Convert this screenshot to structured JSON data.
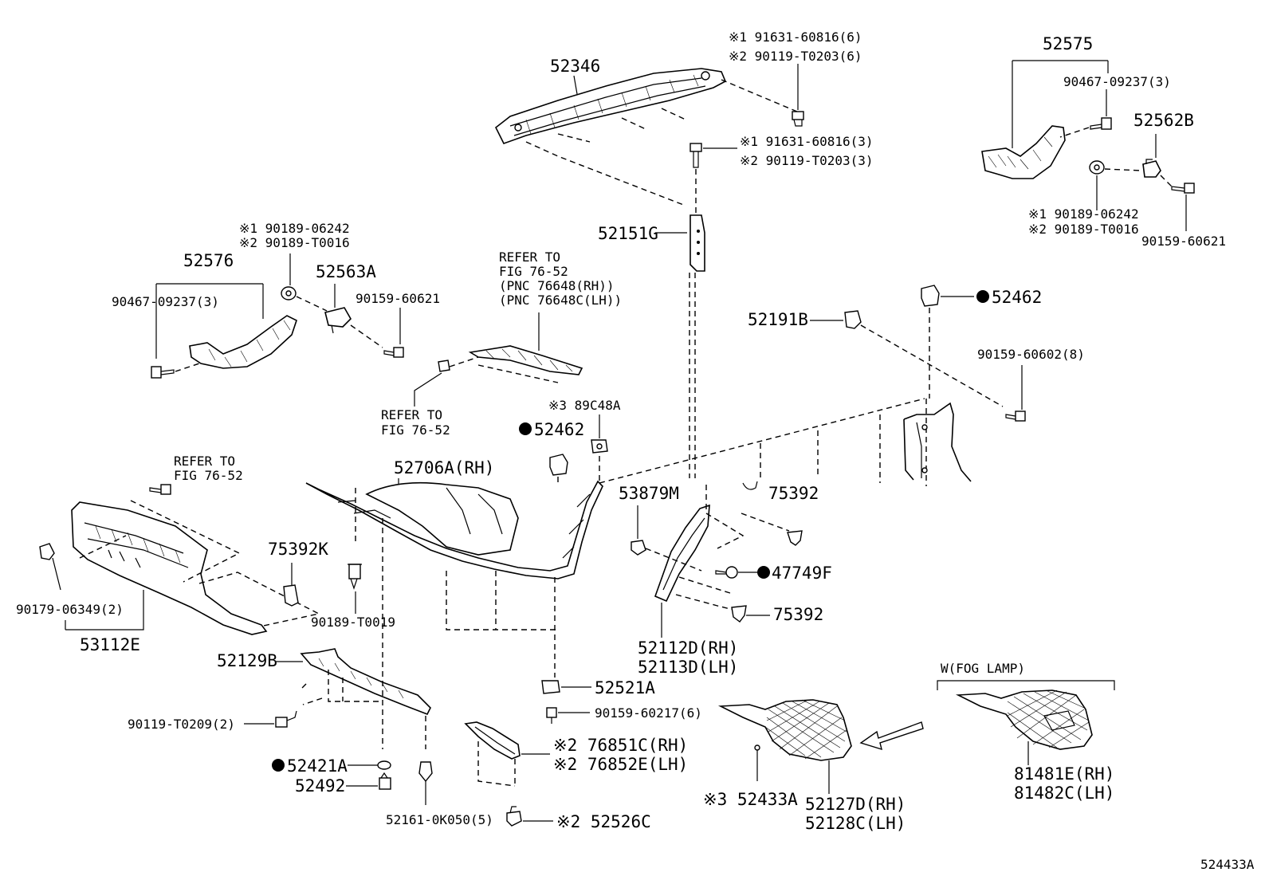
{
  "labels": {
    "p52346": "52346",
    "s1_91631_6": "※1 91631-60816(6)",
    "s2_90119_6": "※2 90119-T0203(6)",
    "s1_91631_3": "※1 91631-60816(3)",
    "s2_90119_3": "※2 90119-T0203(3)",
    "p52575": "52575",
    "p90467_r": "90467-09237(3)",
    "p52562B": "52562B",
    "s1_90189_r": "※1 90189-06242",
    "s2_90189_r": "※2 90189-T0016",
    "p90159_60621_r": "90159-60621",
    "p52151G": "52151G",
    "s1_90189_l": "※1 90189-06242",
    "s2_90189_l": "※2 90189-T0016",
    "p52576": "52576",
    "p52563A": "52563A",
    "p90467_l": "90467-09237(3)",
    "p90159_60621_l": "90159-60621",
    "refer_a1": "REFER TO",
    "refer_a2": "FIG 76-52",
    "refer_a3": "(PNC 76648(RH))",
    "refer_a4": "(PNC 76648C(LH))",
    "p52462_r": "52462",
    "p52191B": "52191B",
    "p90159_60602": "90159-60602(8)",
    "refer_b1": "REFER TO",
    "refer_b2": "FIG 76-52",
    "s3_89C48A": "※3 89C48A",
    "p52462_m": "52462",
    "refer_c1": "REFER TO",
    "refer_c2": "FIG 76-52",
    "p52706A": "52706A(RH)",
    "p53879M": "53879M",
    "p75392_a": "75392",
    "p75392K": "75392K",
    "p47749F": "47749F",
    "p75392_b": "75392",
    "p90179": "90179-06349(2)",
    "p90189_T0019": "90189-T0019",
    "p53112E": "53112E",
    "p52112D": "52112D(RH)",
    "p52113D": "52113D(LH)",
    "p52129B": "52129B",
    "p52521A": "52521A",
    "p90159_60217": "90159-60217(6)",
    "p90119_T0209": "90119-T0209(2)",
    "s2_76851C": "※2 76851C(RH)",
    "s2_76852E": "※2 76852E(LH)",
    "p52421A": "52421A",
    "p52492": "52492",
    "p52161": "52161-0K050(5)",
    "s2_52526C": "※2 52526C",
    "fog_lamp": "W(FOG LAMP)",
    "s3_52433A": "※3 52433A",
    "p52127D": "52127D(RH)",
    "p52128C": "52128C(LH)",
    "p81481E": "81481E(RH)",
    "p81482C": "81482C(LH)",
    "fig_code": "524433A"
  }
}
